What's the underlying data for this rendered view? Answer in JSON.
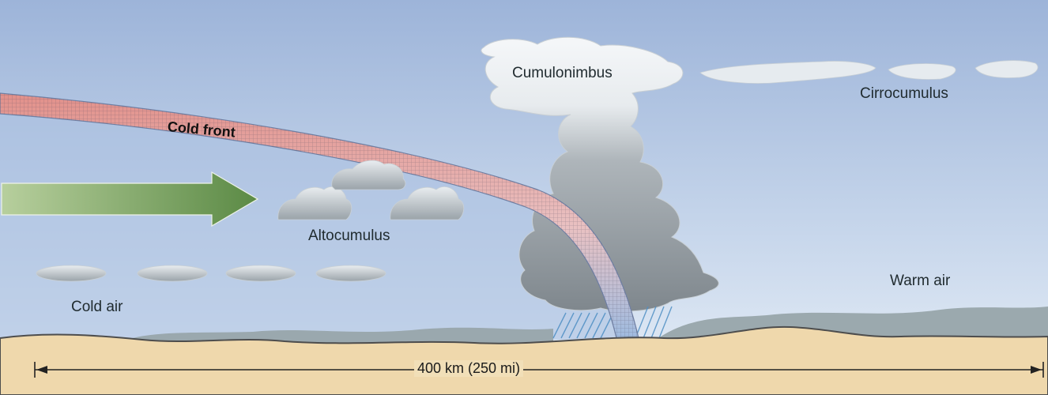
{
  "labels": {
    "cumulonimbus": "Cumulonimbus",
    "cirrocumulus": "Cirrocumulus",
    "cold_front": "Cold front",
    "altocumulus": "Altocumulus",
    "warm_air": "Warm air",
    "cold_air": "Cold air",
    "scale": "400 km (250 mi)"
  },
  "colors": {
    "sky_top": "#9fb6da",
    "sky_bottom": "#e3ecf6",
    "ground": "#efd9ad",
    "ground_edge": "#5b5b5b",
    "front_red": "#d98a86",
    "front_blue": "#8fb0d8",
    "arrow_green": "#5f8f48",
    "cloud_light": "#f4f6f8",
    "cloud_dark": "#8d969c"
  },
  "icons": {
    "wind": "green-arrow",
    "rain": "rain-streaks"
  }
}
